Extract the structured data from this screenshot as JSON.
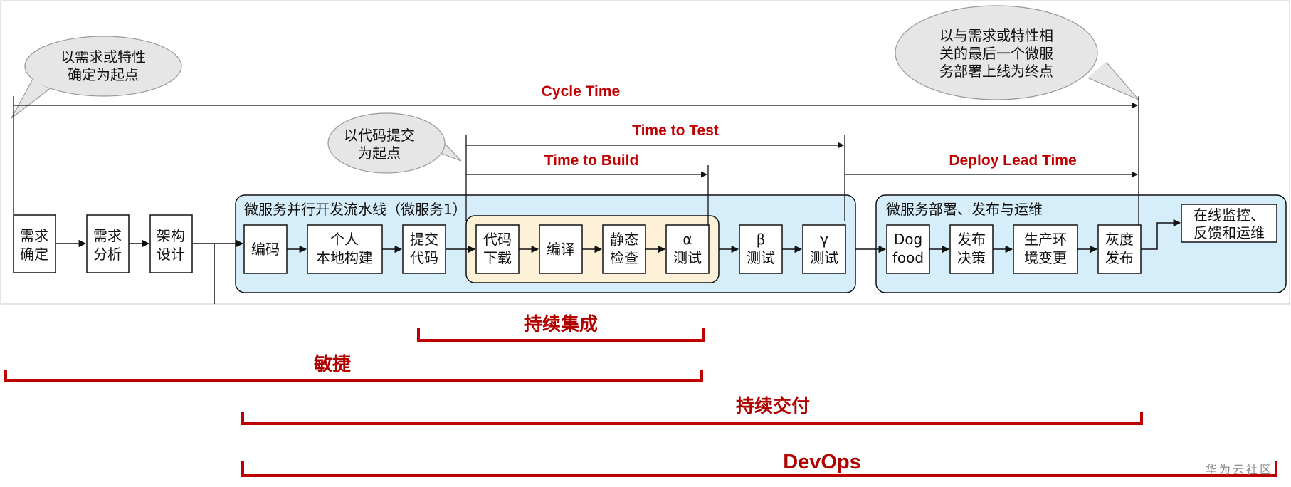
{
  "steps": {
    "s1": [
      "需求",
      "确定"
    ],
    "s2": [
      "需求",
      "分析"
    ],
    "s3": [
      "架构",
      "设计"
    ],
    "s4": [
      "编码"
    ],
    "s5": [
      "个人",
      "本地构建"
    ],
    "s6": [
      "提交",
      "代码"
    ],
    "s7": [
      "代码",
      "下载"
    ],
    "s8": [
      "编译"
    ],
    "s9": [
      "静态",
      "检查"
    ],
    "s10": [
      "α",
      "测试"
    ],
    "s11": [
      "β",
      "测试"
    ],
    "s12": [
      "γ",
      "测试"
    ],
    "s13": [
      "Dog",
      "food"
    ],
    "s14": [
      "发布",
      "决策"
    ],
    "s15": [
      "生产环",
      "境变更"
    ],
    "s16": [
      "灰度",
      "发布"
    ],
    "s17": [
      "在线监控、",
      "反馈和运维"
    ]
  },
  "groups": {
    "pipeline_title": "微服务并行开发流水线（微服务1）",
    "deploy_title": "微服务部署、发布与运维"
  },
  "notes": {
    "start_requirement": [
      "以需求或特性",
      "确定为起点"
    ],
    "start_commit": [
      "以代码提交",
      "为起点"
    ],
    "end_deploy": [
      "以与需求或特性相",
      "关的最后一个微服",
      "务部署上线为终点"
    ]
  },
  "metrics": {
    "cycle_time": "Cycle Time",
    "time_to_test": "Time to Test",
    "time_to_build": "Time to Build",
    "deploy_lead_time": "Deploy Lead Time"
  },
  "practices": {
    "ci": "持续集成",
    "agile": "敏捷",
    "cd": "持续交付",
    "devops": "DevOps"
  },
  "watermark": "华为云社区",
  "colors": {
    "metric_red": "#c00000",
    "practice_red": "#b00000",
    "pipeline_fill": "#d6eefa",
    "ci_fill": "#fdf1d8"
  }
}
